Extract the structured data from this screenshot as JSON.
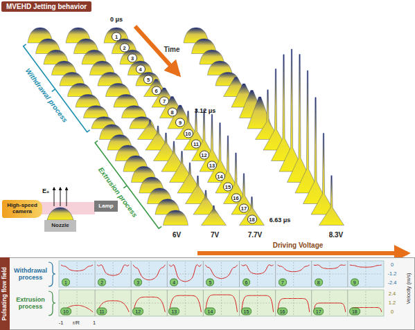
{
  "diagram": {
    "title": "MVEHD Jetting behavior",
    "nodes": [
      {
        "text": [
          "Pulsating flow field"
        ]
      },
      {
        "text": [
          "High-speed camera"
        ]
      },
      {
        "text": [
          "Lamp"
        ]
      },
      {
        "text": [
          "Nozzle"
        ]
      }
    ],
    "labels": [
      "0 μs",
      "3.12 μs",
      "6.63 μs",
      "1",
      "2",
      "3",
      "4",
      "5",
      "6",
      "7",
      "8",
      "9",
      "10",
      "11",
      "12",
      "13",
      "14",
      "15",
      "16",
      "17",
      "18",
      "Time",
      "Withdrawal process",
      "Extrusion process",
      "E₀",
      "6V",
      "7V",
      "7.7V",
      "8.3V",
      "Driving Voltage",
      "Withdrawal process",
      "Extrusion process",
      "0",
      "-1.2",
      "-2.4",
      "2.4",
      "1.2",
      "0",
      "Velocity (m/s)",
      "1",
      "2",
      "3",
      "4",
      "5",
      "6",
      "7",
      "8",
      "9",
      "10",
      "11",
      "12",
      "13",
      "14",
      "15",
      "16",
      "17",
      "18",
      "-1",
      "r/R",
      "1"
    ]
  }
}
